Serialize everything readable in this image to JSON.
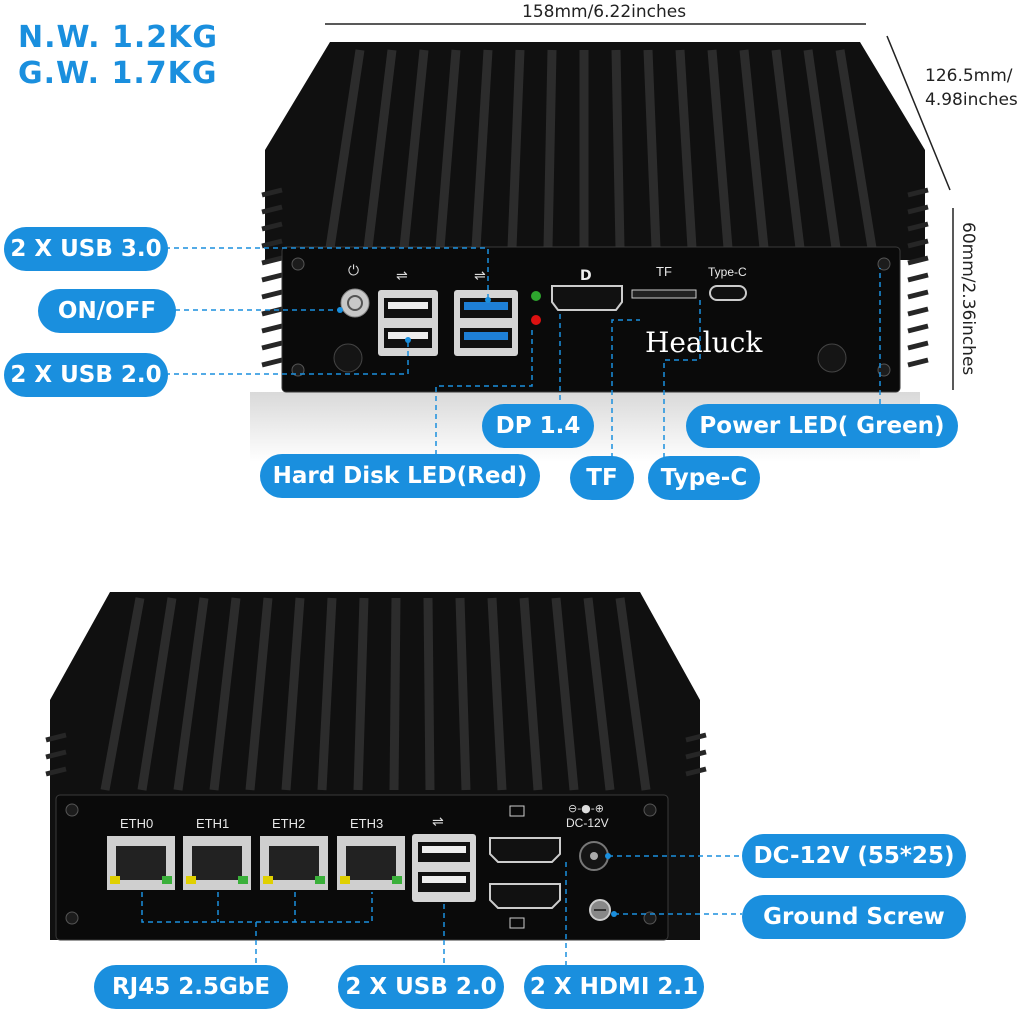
{
  "weights": {
    "net": "N.W. 1.2KG",
    "gross": "G.W. 1.7KG"
  },
  "dimensions": {
    "width": "158mm/6.22inches",
    "depth_line1": "126.5mm/",
    "depth_line2": "4.98inches",
    "height": "60mm/2.36inches"
  },
  "brand": "Healuck",
  "front_panel": {
    "tf_label": "TF",
    "typec_label": "Type-C"
  },
  "rear_panel": {
    "eth_labels": [
      "ETH0",
      "ETH1",
      "ETH2",
      "ETH3"
    ],
    "dc_label": "DC-12V"
  },
  "callouts": {
    "usb30": "2 X USB 3.0",
    "onoff": "ON/OFF",
    "usb20_front": "2 X USB 2.0",
    "dp": "DP 1.4",
    "power_led": "Power LED( Green)",
    "hdd_led": "Hard Disk LED(Red)",
    "tf": "TF",
    "typec": "Type-C",
    "dc": "DC-12V (55*25)",
    "ground": "Ground Screw",
    "rj45": "RJ45 2.5GbE",
    "usb20_rear": "2 X USB 2.0",
    "hdmi": "2 X HDMI 2.1"
  },
  "colors": {
    "accent": "#1a8fde",
    "body": "#0c0c0c",
    "fin": "#1b1b1b",
    "usb3": "#1e7fd6"
  }
}
